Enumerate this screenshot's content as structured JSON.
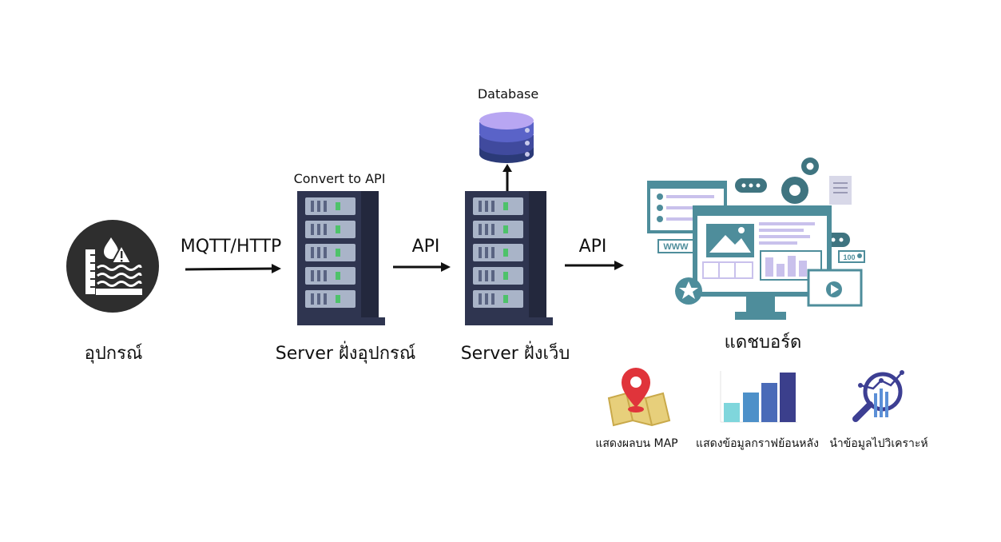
{
  "nodes": {
    "device": {
      "label": "อุปกรณ์",
      "icon": "water-level-sensor-icon"
    },
    "device_server": {
      "label": "Server ฝั่งอุปกรณ์",
      "caption": "Convert to API",
      "icon": "server-rack-icon"
    },
    "web_server": {
      "label": "Server ฝั่งเว็บ",
      "icon": "server-rack-icon"
    },
    "database": {
      "label": "Database",
      "icon": "database-icon"
    },
    "dashboard": {
      "label": "แดชบอร์ด",
      "icon": "dashboard-monitor-icon"
    }
  },
  "edges": {
    "device_to_server": "MQTT/HTTP",
    "server_to_web": "API",
    "web_to_dashboard": "API"
  },
  "features": [
    {
      "label": "แสดงผลบน MAP",
      "icon": "map-pin-icon"
    },
    {
      "label": "แสดงข้อมูลกราฟย้อนหลัง",
      "icon": "bar-chart-icon"
    },
    {
      "label": "นำข้อมูลไปวิเคราะห์",
      "icon": "analytics-magnifier-icon"
    }
  ],
  "colors": {
    "server_body": "#2f3550",
    "server_slot": "#a9b4c8",
    "server_led": "#4ec26a",
    "db_top": "#b8a6f2",
    "db_mid": "#5a63c8",
    "db_bottom": "#2b3a78",
    "dashboard_frame": "#4e8d9b",
    "device_circle": "#2e2e2e",
    "map_pin": "#e0343b",
    "bars": [
      "#7fd6dc",
      "#4d90c9",
      "#4a6bb8",
      "#3b3f8c"
    ],
    "analytics": "#3d3f93"
  }
}
